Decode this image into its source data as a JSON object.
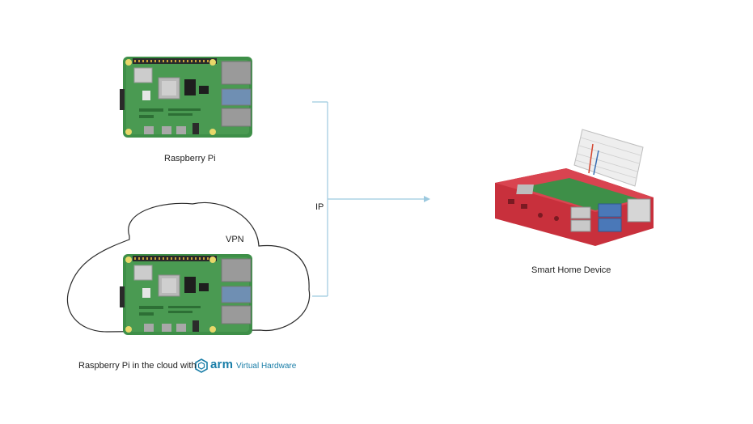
{
  "labels": {
    "raspberry_pi": "Raspberry Pi",
    "vpn": "VPN",
    "ip": "IP",
    "smart_home_device": "Smart Home Device",
    "cloud_caption_prefix": "Raspberry Pi in the cloud with",
    "arm_logo_text": "arm",
    "arm_product": "Virtual Hardware"
  },
  "colors": {
    "connector": "#9cc9df",
    "board_green": "#3e8f48",
    "case_red": "#c8303c",
    "arm_blue": "#1a7ea8"
  },
  "icons": {
    "board_top": "raspberry-pi-board-icon",
    "board_cloud": "raspberry-pi-board-icon",
    "cloud": "cloud-outline-icon",
    "device": "smart-home-device-icon",
    "arm_logo": "arm-hexagon-logo-icon"
  }
}
